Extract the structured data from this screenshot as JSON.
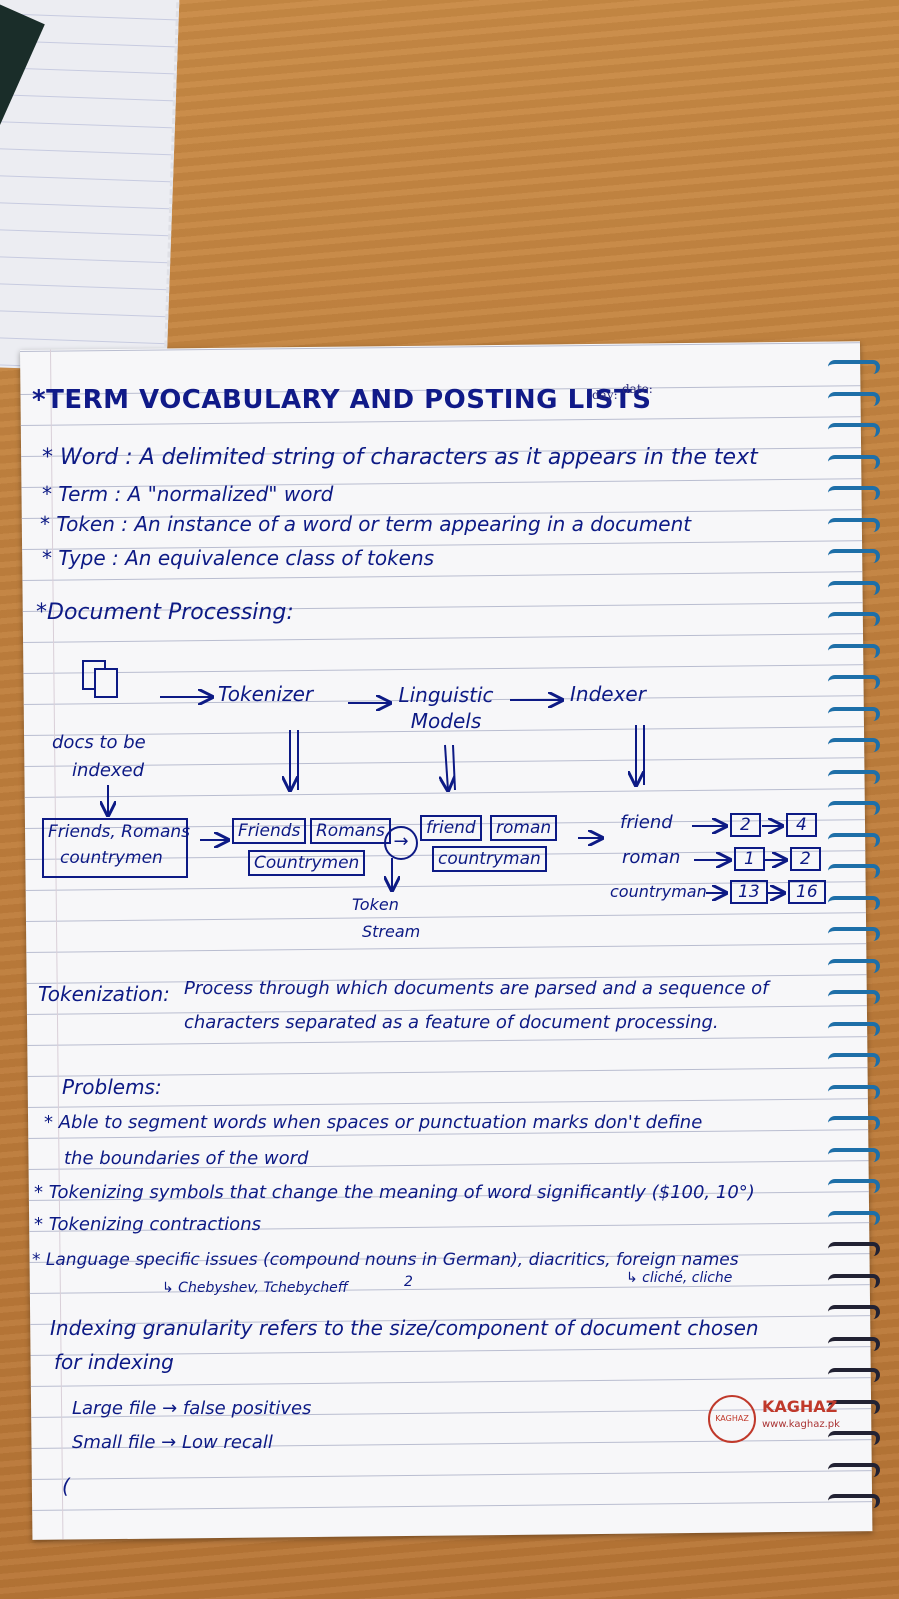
{
  "page_title": "*TERM VOCABULARY AND POSTING LISTS",
  "date_labels": [
    "day:",
    "date:"
  ],
  "definitions": [
    "* Word : A delimited string of characters as it appears in the text",
    "* Term : A \"normalized\" word",
    "* Token : An instance of a word or term appearing in a document",
    "* Type : An equivalence class of tokens"
  ],
  "section_heading": "*Document Processing:",
  "diagram": {
    "pipeline": [
      "Tokenizer",
      "Linguistic Models",
      "Indexer"
    ],
    "docs_label": [
      "docs to be",
      "indexed"
    ],
    "input_text": [
      "Friends, Romans",
      "countrymen"
    ],
    "tokens": [
      "Friends",
      "Romans",
      "Countrymen"
    ],
    "normalized": [
      "friend",
      "roman",
      "countryman"
    ],
    "token_stream_label": [
      "Token",
      "Stream"
    ],
    "postings": [
      {
        "term": "friend",
        "docs": [
          "2",
          "4"
        ]
      },
      {
        "term": "roman",
        "docs": [
          "1",
          "2"
        ]
      },
      {
        "term": "countryman",
        "docs": [
          "13",
          "16"
        ]
      }
    ]
  },
  "tokenization": {
    "label": "Tokenization:",
    "line1": "Process through which documents are parsed and a sequence of",
    "line2": "characters separated as a feature of document processing."
  },
  "problems": {
    "heading": "Problems:",
    "items": [
      "* Able to segment words when spaces or punctuation marks don't define",
      "the boundaries of the word",
      "* Tokenizing symbols that change the meaning of word significantly ($100, 10°)",
      "* Tokenizing contractions",
      "* Language specific issues (compound nouns in German), diacritics, foreign names"
    ],
    "sub_notes": [
      "↳ Chebyshev, Tchebycheff",
      "2",
      "↳ cliché, cliche"
    ]
  },
  "indexing": {
    "line1": "Indexing granularity refers to the size/component of document chosen",
    "line2": "for indexing",
    "large": "Large file → false positives",
    "small": "Small file → Low recall",
    "stray": "("
  },
  "brand": {
    "logo_text": "KAGHAZ",
    "name": "KAGHAZ",
    "url": "www.kaghaz.pk"
  }
}
